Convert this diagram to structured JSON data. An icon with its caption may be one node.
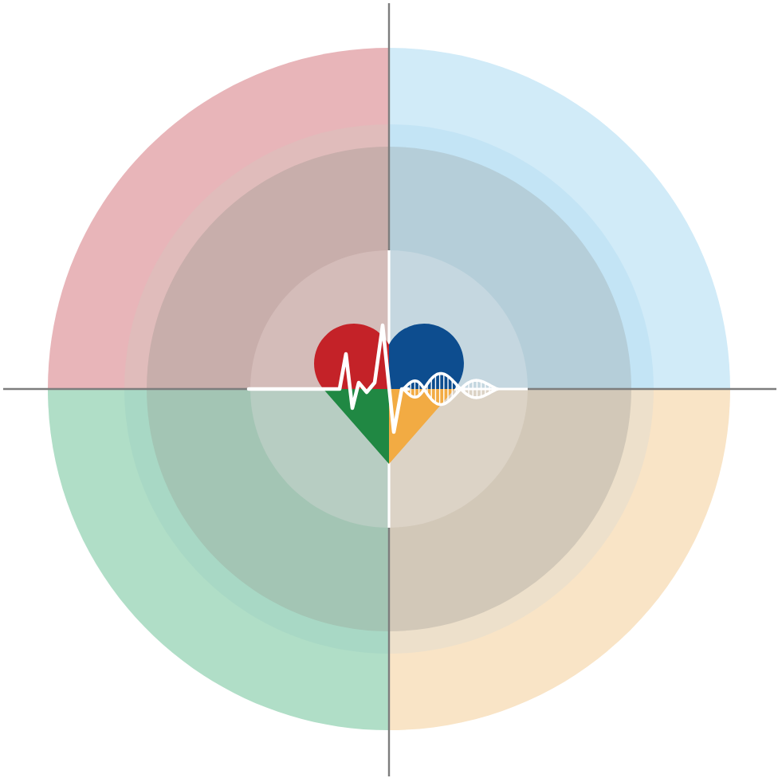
{
  "diagram": {
    "nodes": [
      {
        "text": [],
        "shape": "sector"
      },
      {
        "text": [],
        "shape": "sector"
      },
      {
        "text": [],
        "shape": "sector"
      },
      {
        "text": [],
        "shape": "sector"
      },
      {
        "text": [],
        "shape": "picture"
      }
    ]
  }
}
